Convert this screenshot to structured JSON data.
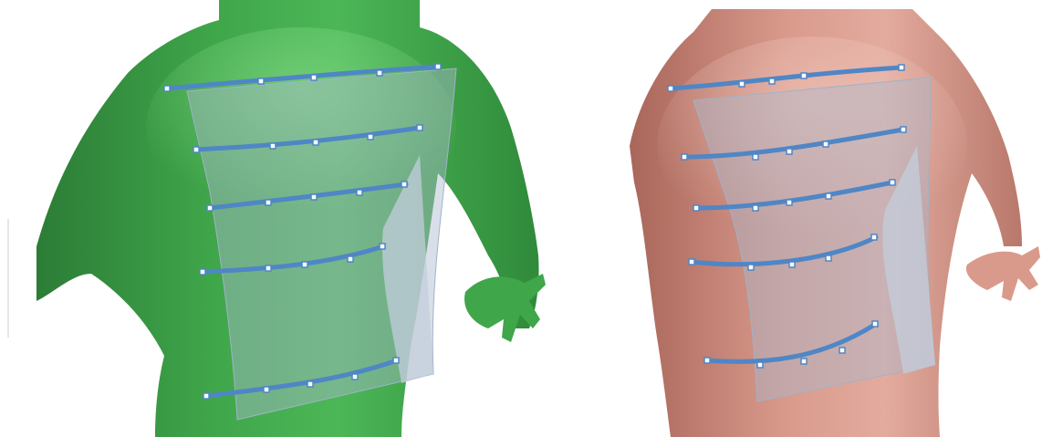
{
  "figures": [
    {
      "id": "left",
      "body_color": "#3fa64a",
      "body_shade": "#2c7c36",
      "body_highlight": "#8ee28f",
      "panel_fill": "rgba(170,185,205,0.45)",
      "curve_color": "#4f86c6",
      "curve_count": 5
    },
    {
      "id": "right",
      "body_color": "#d99a8c",
      "body_shade": "#a9665a",
      "body_highlight": "#f3cdc3",
      "panel_fill": "rgba(170,185,205,0.45)",
      "curve_color": "#4f86c6",
      "curve_count": 5
    }
  ],
  "icons": [
    "control-point-icon"
  ]
}
